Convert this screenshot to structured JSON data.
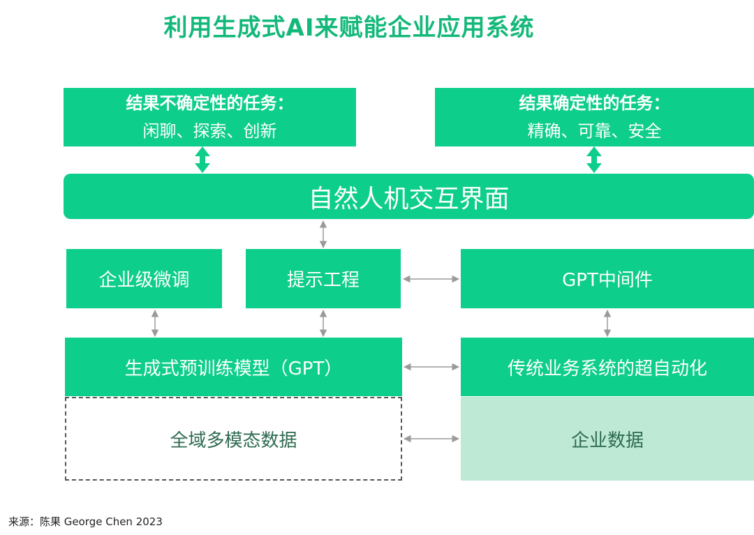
{
  "title": "利用生成式AI来赋能企业应用系统",
  "uncertain": {
    "title": "结果不确定性的任务：",
    "items": "闲聊、探索、创新"
  },
  "certain": {
    "title": "结果确定性的任务：",
    "items": "精确、可靠、安全"
  },
  "nlp": "自然人机交互界面",
  "finetune": "企业级微调",
  "prompt": "提示工程",
  "middleware": "GPT中间件",
  "gpt": "生成式预训练模型（GPT）",
  "automation": "传统业务系统的超自动化",
  "multimodal": "全域多模态数据",
  "enterprise_data": "企业数据",
  "source": "来源：陈果 George Chen 2023",
  "colors": {
    "primary": "#0dce8b",
    "title": "#14b87a",
    "light": "#bde9d5",
    "dark_text": "#2f6b50",
    "arrow_light": "#9a9a9a",
    "arrow_strong": "#0dce8b"
  }
}
